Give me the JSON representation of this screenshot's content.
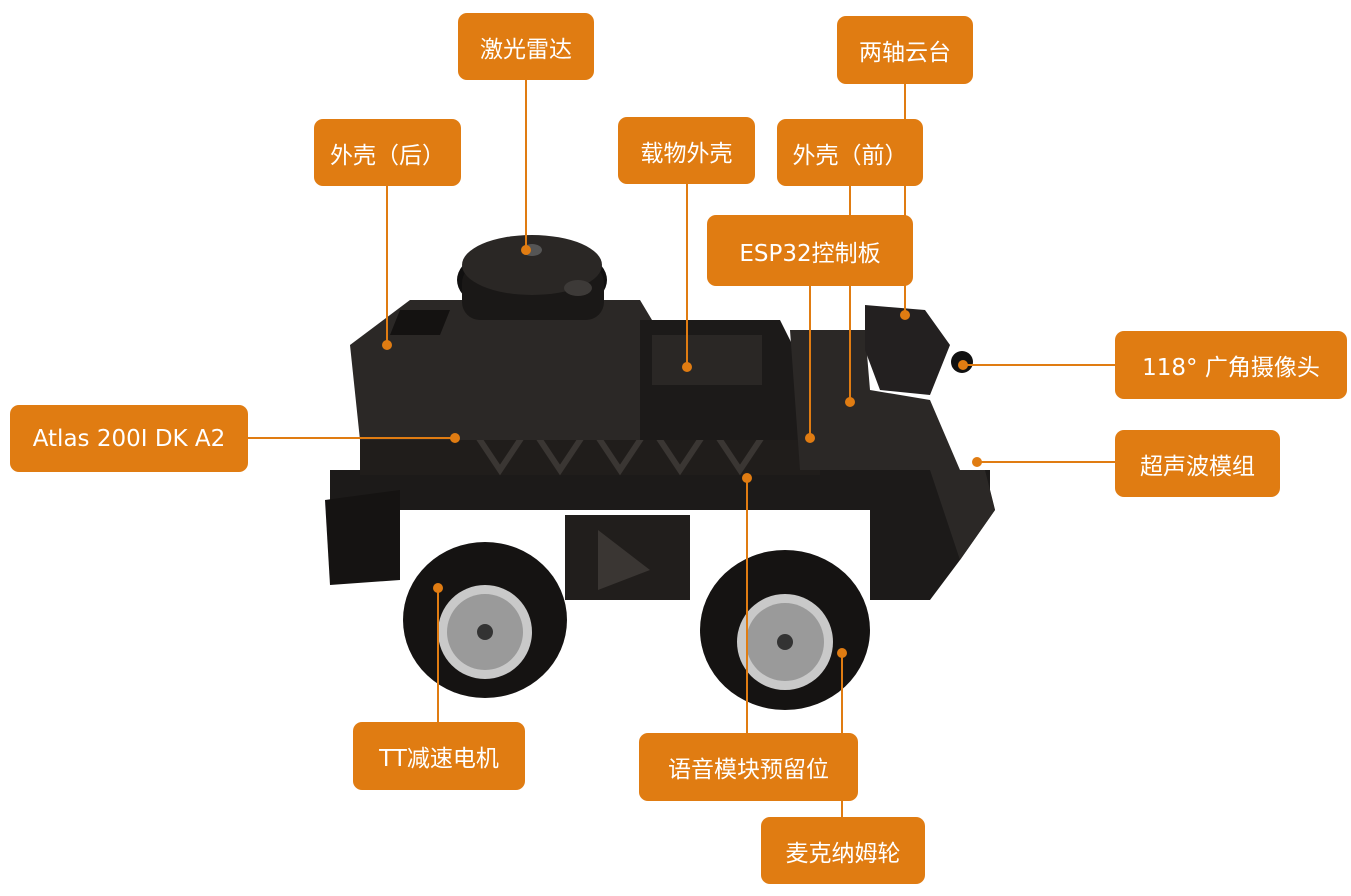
{
  "labels": {
    "lidar": "激光雷达",
    "gimbal": "两轴云台",
    "shell_rear": "外壳（后）",
    "cargo_shell": "载物外壳",
    "shell_front": "外壳（前）",
    "esp32": "ESP32控制板",
    "camera": "118° 广角摄像头",
    "atlas": "Atlas 200I DK A2",
    "ultrasonic": "超声波模组",
    "motor": "TT减速电机",
    "voice": "语音模块预留位",
    "mecanum": "麦克纳姆轮"
  },
  "colors": {
    "label_bg": "#e07c12",
    "label_text": "#ffffff",
    "leader_line": "#e07c12",
    "robot_body": "#1c1a19",
    "robot_shade": "#2b2826",
    "wheel_hub": "#c9c9c9"
  }
}
